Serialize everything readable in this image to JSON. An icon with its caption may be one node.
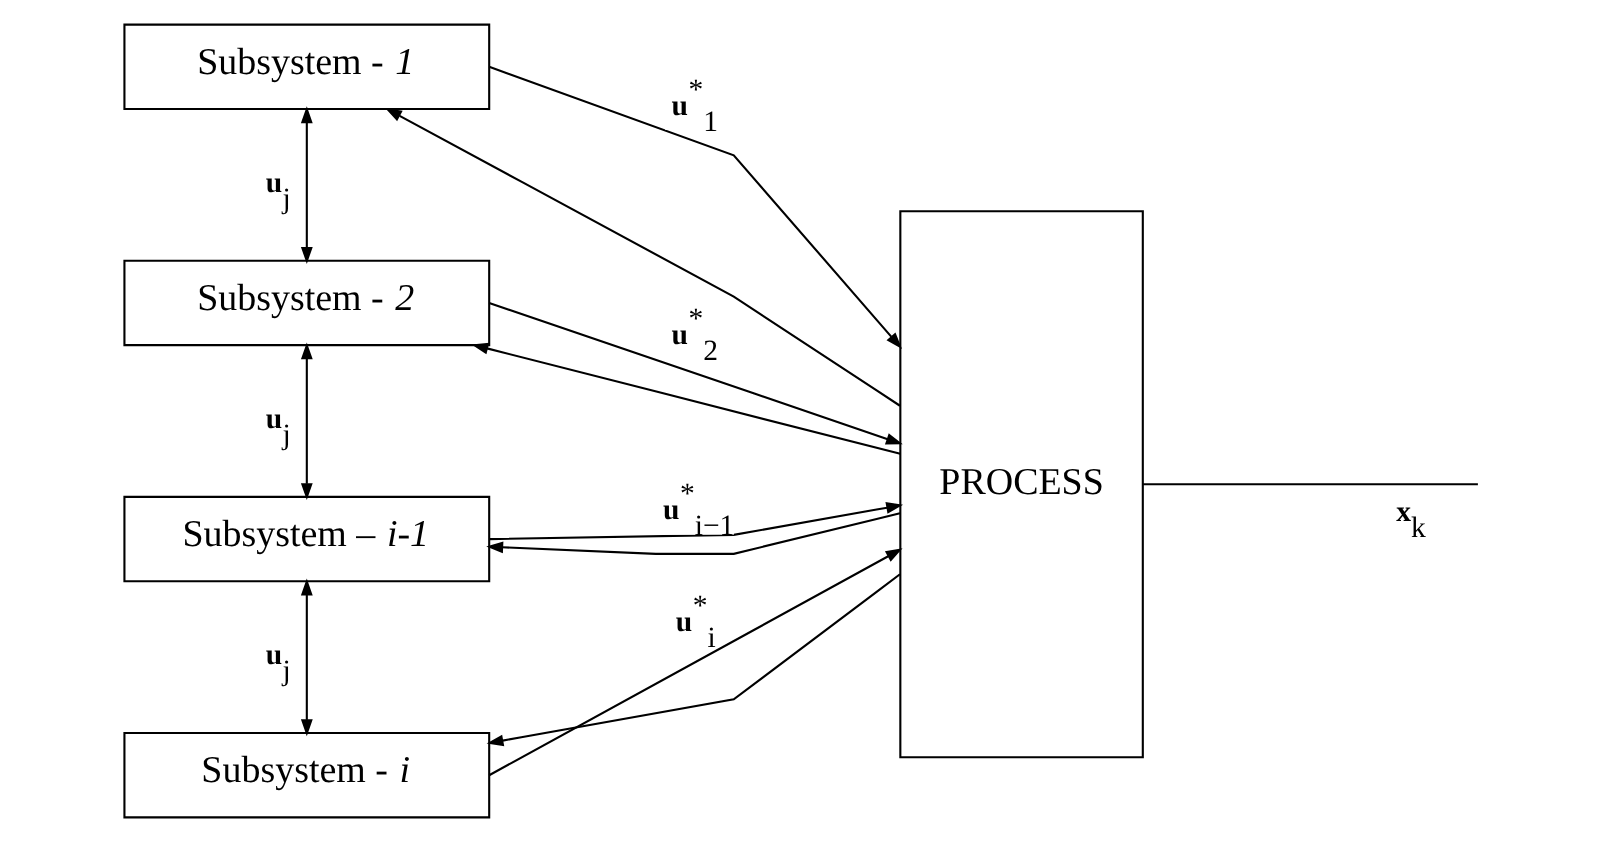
{
  "diagram": {
    "nodes": [
      {
        "text": [
          "Subsystem - *1*"
        ]
      },
      {
        "text": [
          "Subsystem - *2*"
        ]
      },
      {
        "text": [
          "Subsystem – *i-1*"
        ]
      },
      {
        "text": [
          "Subsystem - *i*"
        ]
      },
      {
        "text": [
          "PROCESS"
        ]
      }
    ],
    "edges": [
      {
        "from": 0,
        "to": 4,
        "arrow": "to",
        "label": "**u**$^{*}$$_{1}$"
      },
      {
        "from": 1,
        "to": 4,
        "arrow": "to",
        "label": "**u**$^{*}$$_{2}$"
      },
      {
        "from": 2,
        "to": 4,
        "arrow": "to",
        "label": "**u**$^{*}$$_{i−1}$"
      },
      {
        "from": 3,
        "to": 4,
        "arrow": "to",
        "label": "**u**$^{*}$$_{i}$"
      },
      {
        "from": 0,
        "to": 1,
        "arrow": "both",
        "label": "**u**$_{j}$"
      },
      {
        "from": 1,
        "to": 2,
        "arrow": "both",
        "label": "**u**$_{j}$"
      },
      {
        "from": 2,
        "to": 3,
        "arrow": "both",
        "label": "**u**$_{j}$"
      },
      {
        "from": 4,
        "to": null,
        "arrow": "none",
        "label": "**x**$_{k}$"
      },
      {
        "from": 4,
        "to": 0,
        "arrow": "to"
      },
      {
        "from": 4,
        "to": 1,
        "arrow": "to"
      },
      {
        "from": 4,
        "to": 2,
        "arrow": "to"
      },
      {
        "from": 4,
        "to": 3,
        "arrow": "to"
      }
    ]
  }
}
